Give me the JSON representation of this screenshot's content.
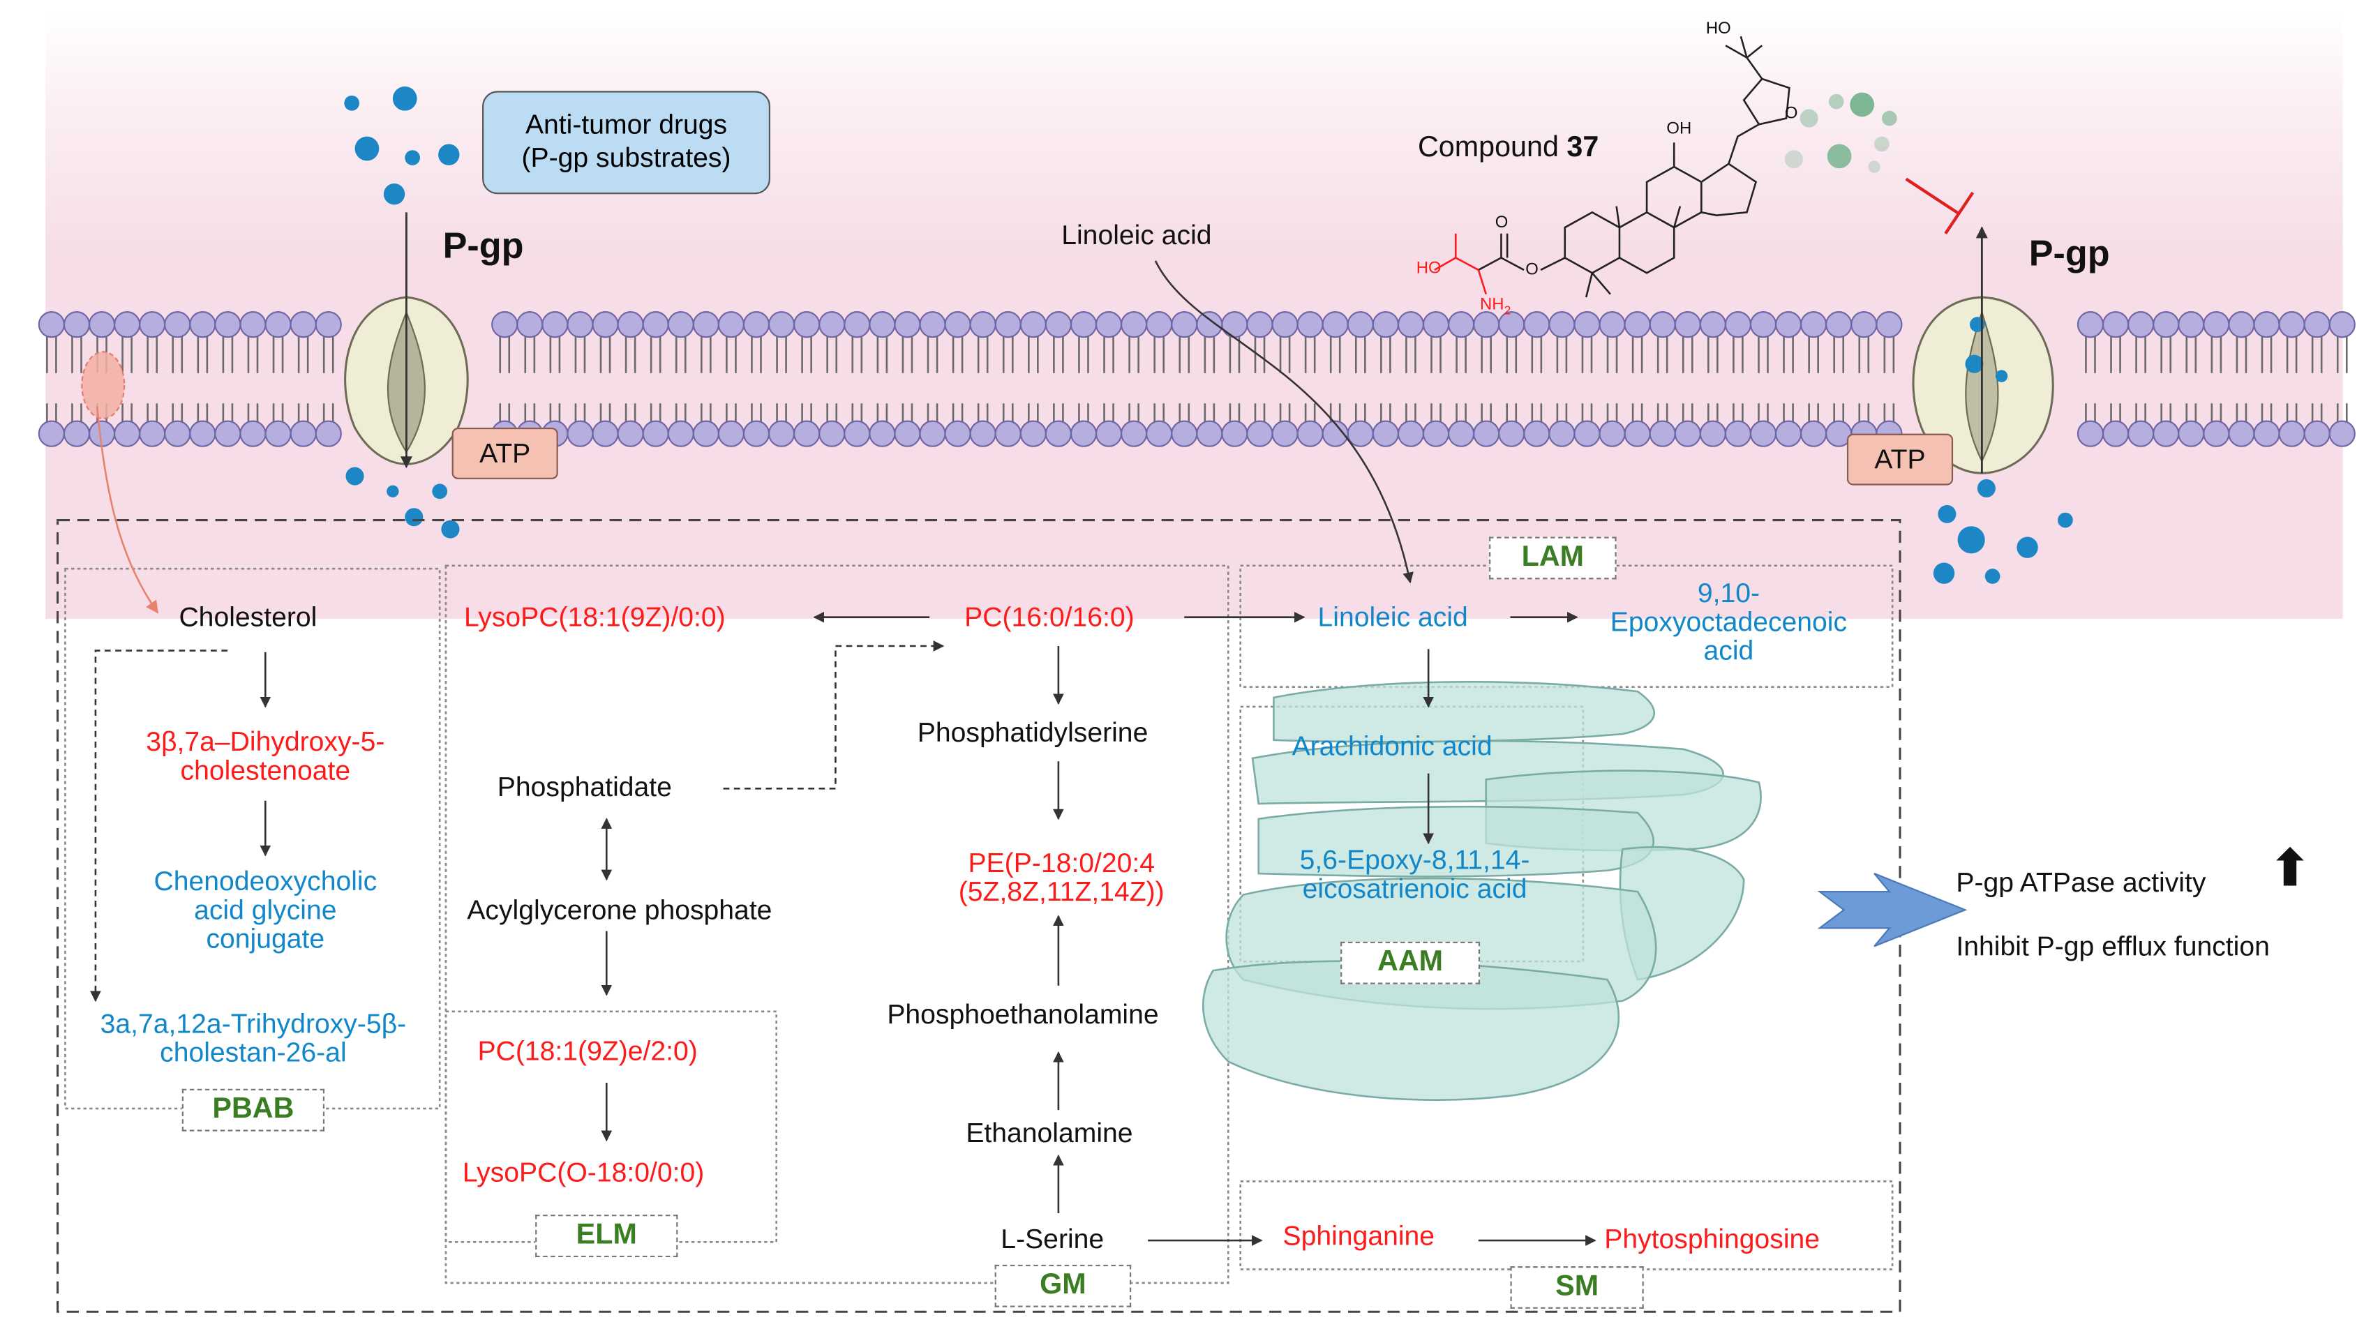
{
  "membrane": {
    "left_pgp_label": "P-gp",
    "right_pgp_label": "P-gp",
    "atp_left": "ATP",
    "atp_right": "ATP",
    "drug_box_line1": "Anti-tumor drugs",
    "drug_box_line2": "(P-gp substrates)",
    "linoleic_top": "Linoleic acid",
    "compound_name": "Compound",
    "compound_number": "37"
  },
  "molecule_labels": {
    "ho_top": "HO",
    "oh_mid": "OH",
    "ho_serine": "HO",
    "o_ester": "O",
    "o_ring": "O",
    "o_carbonyl": "O",
    "nh2": "NH",
    "nh2_sub": "2"
  },
  "pathways": {
    "pbab": {
      "tag": "PBAB",
      "cholesterol": "Cholesterol",
      "dihydroxy_l1": "3β,7a–Dihydroxy-5-",
      "dihydroxy_l2": "cholestenoate",
      "cheno_l1": "Chenodeoxycholic",
      "cheno_l2": "acid glycine",
      "cheno_l3": "conjugate",
      "trihydroxy_l1": "3a,7a,12a-Trihydroxy-5β-",
      "trihydroxy_l2": "cholestan-26-al"
    },
    "elm": {
      "tag": "ELM",
      "pc_ether": "PC(18:1(9Z)e/2:0)",
      "lysopc_ether": "LysoPC(O-18:0/0:0)"
    },
    "gm": {
      "tag": "GM",
      "lysopc": "LysoPC(18:1(9Z)/0:0)",
      "pc": "PC(16:0/16:0)",
      "phosphatidylserine": "Phosphatidylserine",
      "phosphatidate": "Phosphatidate",
      "acylglycerone": "Acylglycerone phosphate",
      "pe_l1": "PE(P-18:0/20:4",
      "pe_l2": "(5Z,8Z,11Z,14Z))",
      "phosphoethanolamine": "Phosphoethanolamine",
      "ethanolamine": "Ethanolamine",
      "serine": "L-Serine"
    },
    "lam": {
      "tag": "LAM",
      "linoleic": "Linoleic acid",
      "epoxy_l1": "9,10-",
      "epoxy_l2": "Epoxyoctadecenoic",
      "epoxy_l3": "acid"
    },
    "aam": {
      "tag": "AAM",
      "arachidonic": "Arachidonic acid",
      "eet_l1": "5,6-Epoxy-8,11,14-",
      "eet_l2": "eicosatrienoic acid"
    },
    "sm": {
      "tag": "SM",
      "sphinganine": "Sphinganine",
      "phytosphingosine": "Phytosphingosine"
    }
  },
  "outcome": {
    "line1": "P-gp ATPase activity",
    "line2": "Inhibit P-gp efflux function",
    "up_arrow": "⬆"
  },
  "colors": {
    "upregulated": "#ff1a1a",
    "downregulated": "#1187c9",
    "pathway_tag": "#3a7d22",
    "membrane_head": "#b7aee0",
    "pgp_body": "#efedd6",
    "arrow_fill": "#6c9bd8",
    "inhibit": "#e02020"
  }
}
